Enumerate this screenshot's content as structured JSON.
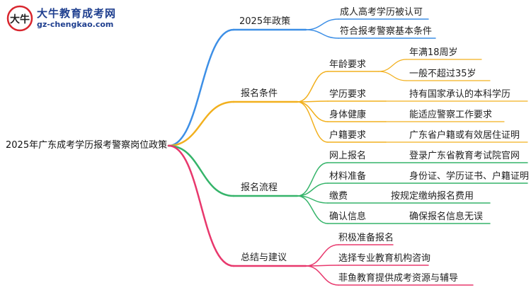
{
  "logo": {
    "title": "大牛教育成考网",
    "url": "gz-chengkao.com",
    "mark_text": "大牛"
  },
  "root": "2025年广东成考学历报考警察岗位政策",
  "branches": [
    {
      "label": "2025年政策",
      "color": "#3d8fe6",
      "children": [
        {
          "label": "成人高考学历被认可",
          "children": []
        },
        {
          "label": "符合报考警察基本条件",
          "children": []
        }
      ]
    },
    {
      "label": "报名条件",
      "color": "#f2b01e",
      "children": [
        {
          "label": "年龄要求",
          "children": [
            "年满18周岁",
            "一般不超过35岁"
          ]
        },
        {
          "label": "学历要求",
          "children": [
            "持有国家承认的本科学历"
          ]
        },
        {
          "label": "身体健康",
          "children": [
            "能适应警察工作要求"
          ]
        },
        {
          "label": "户籍要求",
          "children": [
            "广东省户籍或有效居住证明"
          ]
        }
      ]
    },
    {
      "label": "报名流程",
      "color": "#35b46a",
      "children": [
        {
          "label": "网上报名",
          "children": [
            "登录广东省教育考试院官网"
          ]
        },
        {
          "label": "材料准备",
          "children": [
            "身份证、学历证书、户籍证明"
          ]
        },
        {
          "label": "缴费",
          "children": [
            "按规定缴纳报名费用"
          ]
        },
        {
          "label": "确认信息",
          "children": [
            "确保报名信息无误"
          ]
        }
      ]
    },
    {
      "label": "总结与建议",
      "color": "#e8386d",
      "children": [
        {
          "label": "积极准备报名",
          "children": []
        },
        {
          "label": "选择专业教育机构咨询",
          "children": []
        },
        {
          "label": "菲鱼教育提供成考资源与辅导",
          "children": []
        }
      ]
    }
  ]
}
